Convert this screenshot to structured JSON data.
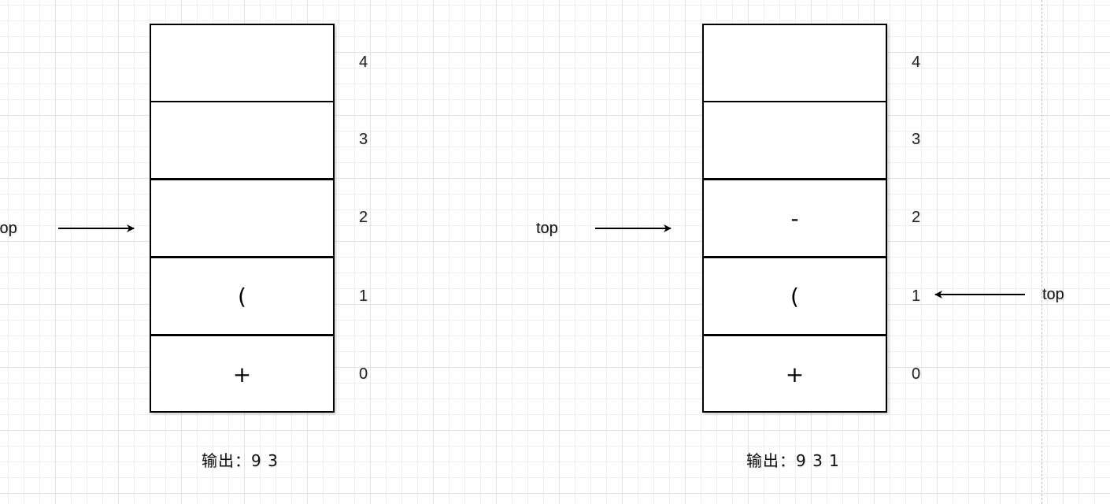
{
  "diagrams": [
    {
      "id": "left",
      "cells": [
        "+",
        "(",
        "",
        "",
        ""
      ],
      "indices": [
        "0",
        "1",
        "2",
        "3",
        "4"
      ],
      "top_pointer": {
        "label": "top",
        "index": 2
      },
      "output": "输出：9 3"
    },
    {
      "id": "right",
      "cells": [
        "+",
        "(",
        "-",
        "",
        ""
      ],
      "indices": [
        "0",
        "1",
        "2",
        "3",
        "4"
      ],
      "top_pointer": {
        "label": "top",
        "index": 2
      },
      "top_pointer_after": {
        "label": "top",
        "index": 1
      },
      "output": "输出：9 3 1"
    }
  ]
}
